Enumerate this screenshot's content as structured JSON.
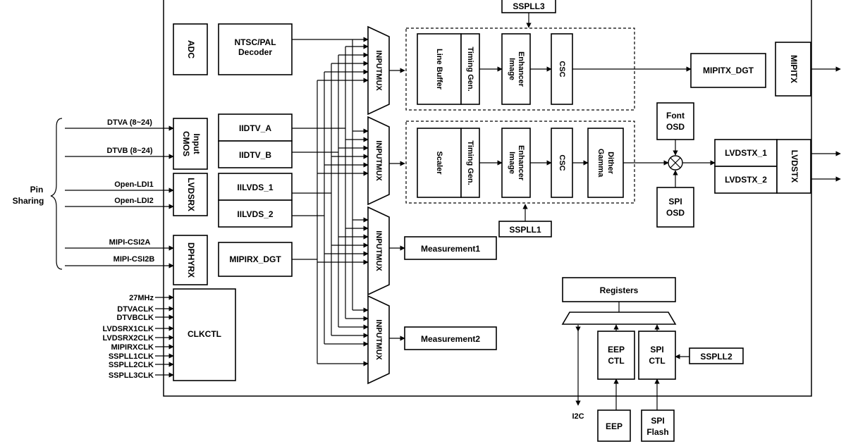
{
  "blocks": {
    "ssPll3": "SSPLL3",
    "adc": "ADC",
    "ntscPal": [
      "NTSC/PAL",
      "Decoder"
    ],
    "cmosInput": [
      "CMOS",
      "Input"
    ],
    "iidtvA": "IIDTV_A",
    "iidtvB": "IIDTV_B",
    "lvdsRx": "LVDSRX",
    "iilvds1": "IILVDS_1",
    "iilvds2": "IILVDS_2",
    "dphyRx": "DPHYRX",
    "mipiRxDgt": "MIPIRX_DGT",
    "clkctl": "CLKCTL",
    "inputMux": "INPUTMUX",
    "lineBuffer": "Line Buffer",
    "timingGen": "Timing Gen.",
    "imageEnhancer": [
      "Image",
      "Enhancer"
    ],
    "csc": "CSC",
    "scaler": "Scaler",
    "gammaDither": [
      "Gamma",
      "Dither"
    ],
    "mipitxDgt": "MIPITX_DGT",
    "mipitx": "MIPITX",
    "fontOsd": [
      "Font",
      "OSD"
    ],
    "spiOsd": [
      "SPI",
      "OSD"
    ],
    "lvdstx1": "LVDSTX_1",
    "lvdstx2": "LVDSTX_2",
    "lvdstx": "LVDSTX",
    "ssPll1": "SSPLL1",
    "measurement1": "Measurement1",
    "measurement2": "Measurement2",
    "registers": "Registers",
    "eepCtl": [
      "EEP",
      "CTL"
    ],
    "spiCtl": [
      "SPI",
      "CTL"
    ],
    "ssPll2": "SSPLL2",
    "eep": "EEP",
    "spiFlash": [
      "SPI",
      "Flash"
    ],
    "i2c": "I2C"
  },
  "pins": {
    "groupLabel": [
      "Pin",
      "Sharing"
    ],
    "dtva": "DTVA (8~24)",
    "dtvb": "DTVB (8~24)",
    "openLdi1": "Open-LDI1",
    "openLdi2": "Open-LDI2",
    "mipiCsi2a": "MIPI-CSI2A",
    "mipiCsi2b": "MIPI-CSI2B"
  },
  "clocks": [
    "27MHz",
    "DTVACLK",
    "DTVBCLK",
    "LVDSRX1CLK",
    "LVDSRX2CLK",
    "MIPIRXCLK",
    "SSPLL1CLK",
    "SSPLL2CLK",
    "SSPLL3CLK"
  ]
}
